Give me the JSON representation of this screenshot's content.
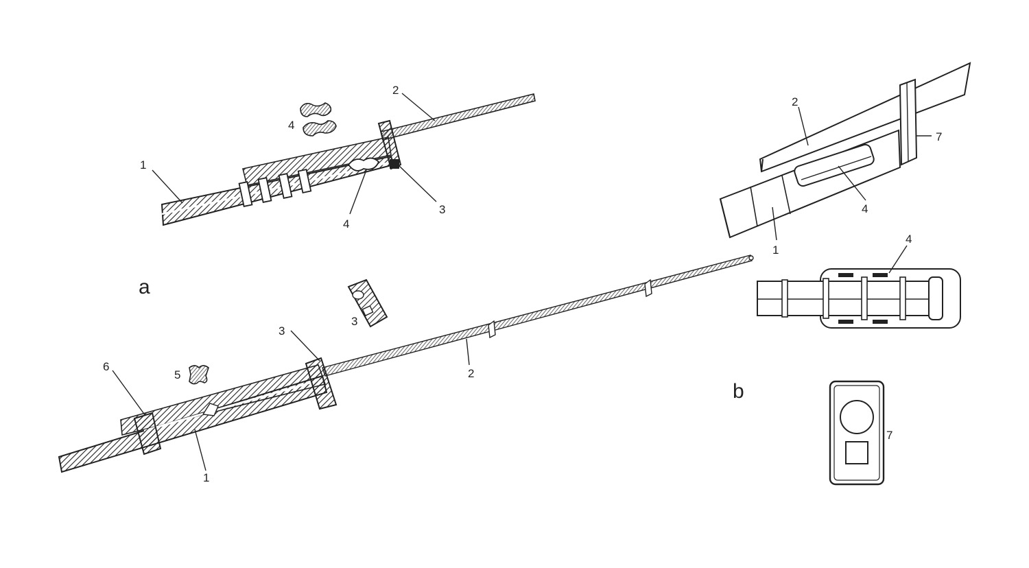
{
  "figure": {
    "panel_labels": {
      "a": "a",
      "b": "b"
    },
    "panel_a": {
      "top_assembly": {
        "label_1": "1",
        "label_2": "2",
        "label_3": "3",
        "label_4_inset": "4",
        "label_4_pointer": "4"
      },
      "detail_3": "3",
      "bottom_assembly": {
        "label_1": "1",
        "label_2": "2",
        "label_3": "3",
        "label_5": "5",
        "label_6": "6"
      }
    },
    "panel_b": {
      "top_assembly": {
        "label_1": "1",
        "label_2": "2",
        "label_4": "4",
        "label_7": "7"
      },
      "middle_assembly": {
        "label_4": "4"
      },
      "plate": {
        "label_7": "7"
      }
    }
  },
  "colors": {
    "ink": "#222222",
    "paper": "#ffffff"
  }
}
